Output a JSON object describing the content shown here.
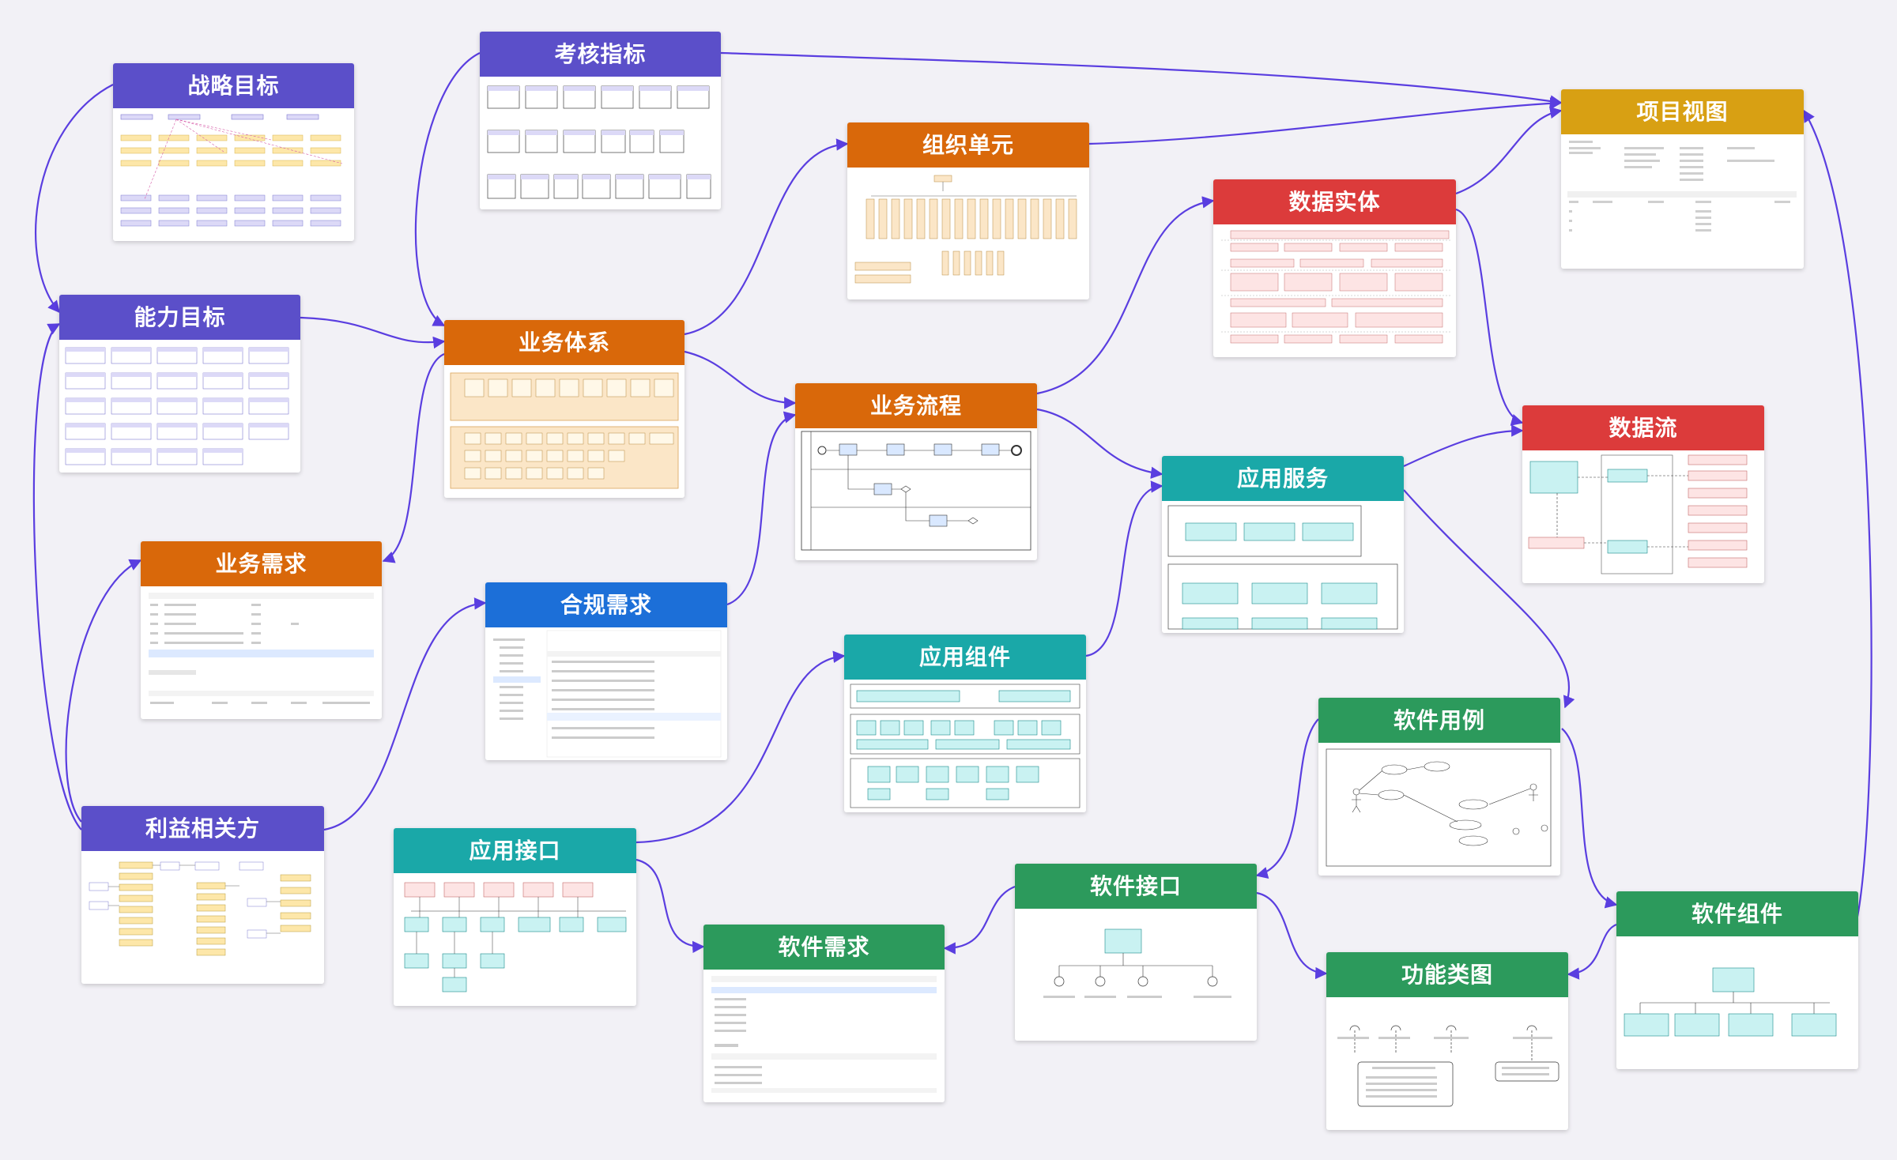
{
  "colors": {
    "purple": "#5b4fc9",
    "orange": "#d9680a",
    "blue": "#1c6fd8",
    "teal": "#1aa8a8",
    "green": "#2c9a5c",
    "red": "#dc3b3b",
    "gold": "#d8a013",
    "link": "#5a3ee0"
  },
  "nodes": {
    "zhanlue": {
      "title": "战略目标"
    },
    "kaohe": {
      "title": "考核指标"
    },
    "nengli": {
      "title": "能力目标"
    },
    "yewutixi": {
      "title": "业务体系"
    },
    "zuzhi": {
      "title": "组织单元"
    },
    "shujushiti": {
      "title": "数据实体"
    },
    "xiangmu": {
      "title": "项目视图"
    },
    "yewuliucheng": {
      "title": "业务流程"
    },
    "yingyongfuwu": {
      "title": "应用服务"
    },
    "shujuliu": {
      "title": "数据流"
    },
    "yewuxuqiu": {
      "title": "业务需求"
    },
    "hegui": {
      "title": "合规需求"
    },
    "yingyongzujian": {
      "title": "应用组件"
    },
    "ruanjianyongli": {
      "title": "软件用例"
    },
    "liyi": {
      "title": "利益相关方"
    },
    "yingyongjiekou": {
      "title": "应用接口"
    },
    "ruanjianxuqiu": {
      "title": "软件需求"
    },
    "ruanjianjiekou": {
      "title": "软件接口"
    },
    "gongneng": {
      "title": "功能类图"
    },
    "ruanjianzujian": {
      "title": "软件组件"
    }
  }
}
